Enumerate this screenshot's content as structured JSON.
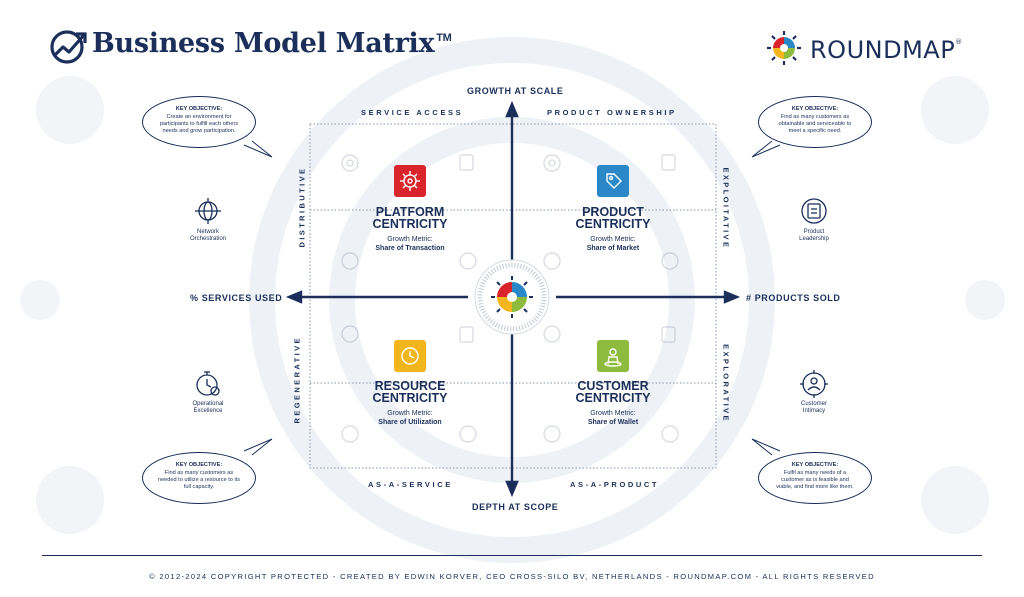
{
  "header": {
    "title": "Business Model Matrix",
    "trademark": "TM",
    "logo_text": "ROUNDMAP",
    "logo_mark": "®"
  },
  "axes": {
    "top": "GROWTH AT SCALE",
    "bottom": "DEPTH AT SCOPE",
    "left": "% SERVICES USED",
    "right": "# PRODUCTS SOLD"
  },
  "column_labels": {
    "top_left": "SERVICE ACCESS",
    "top_right": "PRODUCT OWNERSHIP",
    "bottom_left": "AS-A-SERVICE",
    "bottom_right": "AS-A-PRODUCT"
  },
  "row_labels": {
    "left_top": "DISTRIBUTIVE",
    "left_bottom": "REGENERATIVE",
    "right_top": "EXPLOITATIVE",
    "right_bottom": "EXPLORATIVE"
  },
  "quadrants": {
    "platform": {
      "title_1": "PLATFORM",
      "title_2": "CENTRICITY",
      "metric_label": "Growth Metric:",
      "metric_value": "Share of Transaction",
      "color": "#d9242b"
    },
    "product": {
      "title_1": "PRODUCT",
      "title_2": "CENTRICITY",
      "metric_label": "Growth Metric:",
      "metric_value": "Share of Market",
      "color": "#2a87c8"
    },
    "resource": {
      "title_1": "RESOURCE",
      "title_2": "CENTRICITY",
      "metric_label": "Growth Metric:",
      "metric_value": "Share of Utilization",
      "color": "#f2b51c"
    },
    "customer": {
      "title_1": "CUSTOMER",
      "title_2": "CENTRICITY",
      "metric_label": "Growth Metric:",
      "metric_value": "Share of Wallet",
      "color": "#8dbb3e"
    }
  },
  "side_icons": {
    "network": {
      "line_1": "Network",
      "line_2": "Orchestration"
    },
    "product_leadership": {
      "line_1": "Product",
      "line_2": "Leadership"
    },
    "operational": {
      "line_1": "Operational",
      "line_2": "Excellence"
    },
    "intimacy": {
      "line_1": "Customer",
      "line_2": "Intimacy"
    }
  },
  "objectives": {
    "top_left": {
      "heading": "KEY OBJECTIVE:",
      "text": "Create an environment for participants to fulfill each others needs and grow participation."
    },
    "top_right": {
      "heading": "KEY OBJECTIVE:",
      "text": "Find as many customers as obtainable and serviceable to meet a specific need."
    },
    "bottom_left": {
      "heading": "KEY OBJECTIVE:",
      "text": "Find as many customers as needed to utilize a resource to its full capacity."
    },
    "bottom_right": {
      "heading": "KEY OBJECTIVE:",
      "text": "Fulfil as many needs of a customer as is feasible and viable, and find more like them."
    }
  },
  "footer": {
    "text": "© 2012-2024 COPYRIGHT PROTECTED - CREATED BY EDWIN KORVER, CEO CROSS-SILO BV, NETHERLANDS - ROUNDMAP.COM - ALL RIGHTS RESERVED"
  },
  "colors": {
    "navy": "#1b2f5a",
    "red": "#d9242b",
    "blue": "#2a87c8",
    "yellow": "#f2b51c",
    "green": "#8dbb3e"
  }
}
